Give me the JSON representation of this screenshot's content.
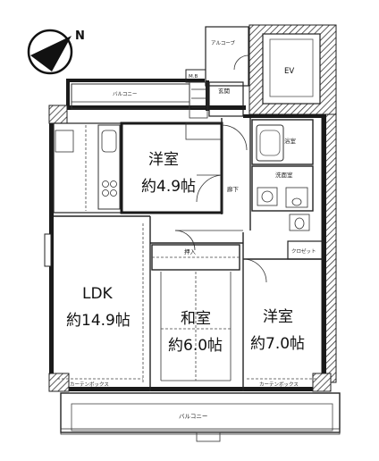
{
  "compass": {
    "letter": "N"
  },
  "rooms": {
    "western_room_top": {
      "name": "洋室",
      "size": "約4.9帖"
    },
    "ldk": {
      "name": "LDK",
      "size": "約14.9帖"
    },
    "japanese_room": {
      "name": "和室",
      "size": "約6.0帖"
    },
    "western_room_right": {
      "name": "洋室",
      "size": "約7.0帖"
    }
  },
  "labels": {
    "alcove": "アルコーブ",
    "ev": "EV",
    "balcony_top": "バルコニー",
    "entrance": "玄関",
    "mb": "M.B",
    "bathroom": "浴室",
    "washroom": "洗面室",
    "corridor": "廊下",
    "closet": "クロゼット",
    "oshiire": "押入",
    "balcony_bottom": "バルコニー",
    "curtain_box_left": "カーテンボックス",
    "curtain_box_right": "カーテンボックス"
  }
}
